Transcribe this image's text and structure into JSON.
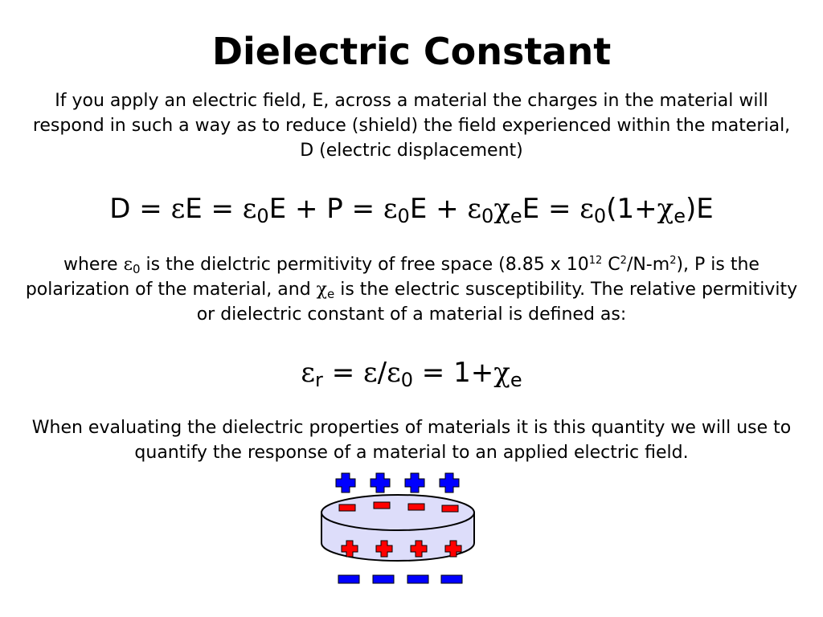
{
  "slide": {
    "title": "Dielectric Constant",
    "intro": "If you apply an electric field, E, across a material the charges in the material will respond in such a way as to reduce (shield) the field experienced within the material, D (electric displacement)",
    "equation1": {
      "eps": "ε",
      "chi": "χ",
      "D": "D = ",
      "E": "E",
      "eq": " = ",
      "zero": "0",
      "plusP": "E + P = ",
      "plus": "E + ",
      "e_sub": "e",
      "open": "(1+",
      "close": ")E"
    },
    "explanation": {
      "where": "where ",
      "eps": "ε",
      "zero": "0",
      "part1": " is the dielctric permitivity of free space (8.85 x 10",
      "exp12": "12",
      "c": " C",
      "sq": "2",
      "nm": "/N-m",
      "part2": "), P is the polarization of the material, and ",
      "chi": "χ",
      "e_sub": "e",
      "part3": " is the electric susceptibility. The relative permitivity or dielectric constant of a material is defined as:"
    },
    "equation2": {
      "eps": "ε",
      "chi": "χ",
      "r_sub": "r",
      "eq": " = ",
      "slash": "/",
      "zero": "0",
      "one": " = 1+",
      "e_sub": "e"
    },
    "conclusion": "When evaluating the dielectric properties of materials it is this quantity we will use to quantify the response of a material to an applied electric field."
  },
  "diagram": {
    "top_plates": 4,
    "bottom_plates": 4,
    "inner_negative_charges": 4,
    "inner_positive_charges": 4,
    "colors": {
      "positive_blue": "#0000ff",
      "negative_blue": "#0000ff",
      "charge_red": "#ff0000",
      "cylinder_fill": "#ddddfa",
      "outline": "#000000"
    }
  }
}
